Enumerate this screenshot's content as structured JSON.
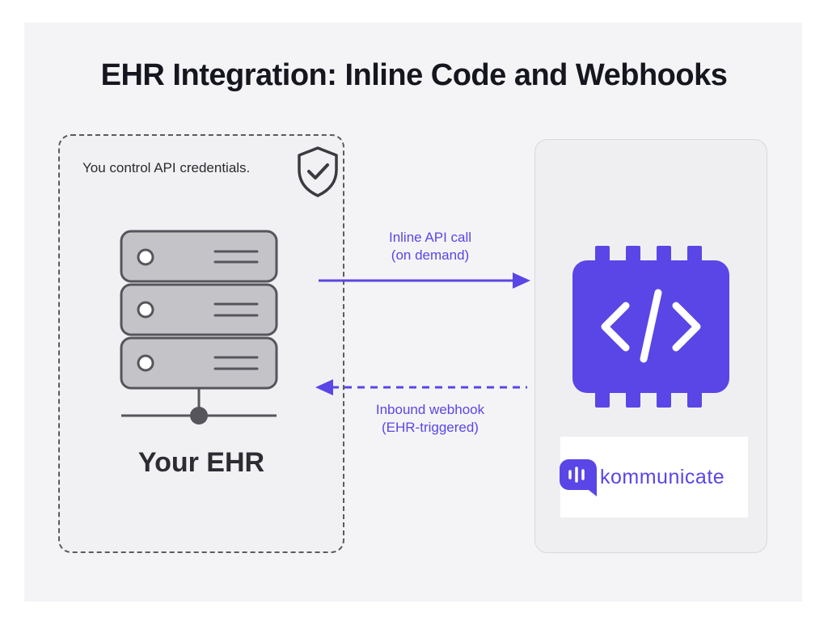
{
  "title": "EHR Integration: Inline Code and Webhooks",
  "ehr_panel": {
    "credentials_note": "You control API credentials.",
    "label": "Your EHR"
  },
  "arrows": {
    "outbound_label_line1": "Inline API call",
    "outbound_label_line2": "(on demand)",
    "inbound_label_line1": "Inbound webhook",
    "inbound_label_line2": "(EHR-triggered)"
  },
  "kommunicate_panel": {
    "brand": "kommunicate"
  },
  "icons": [
    "shield-check-icon",
    "server-stack-icon",
    "code-chip-icon",
    "kommunicate-logo-icon"
  ],
  "colors": {
    "accent": "#5a46e6",
    "server_fill": "#c4c4c8",
    "server_stroke": "#55555b",
    "canvas_bg": "#f4f4f7"
  }
}
